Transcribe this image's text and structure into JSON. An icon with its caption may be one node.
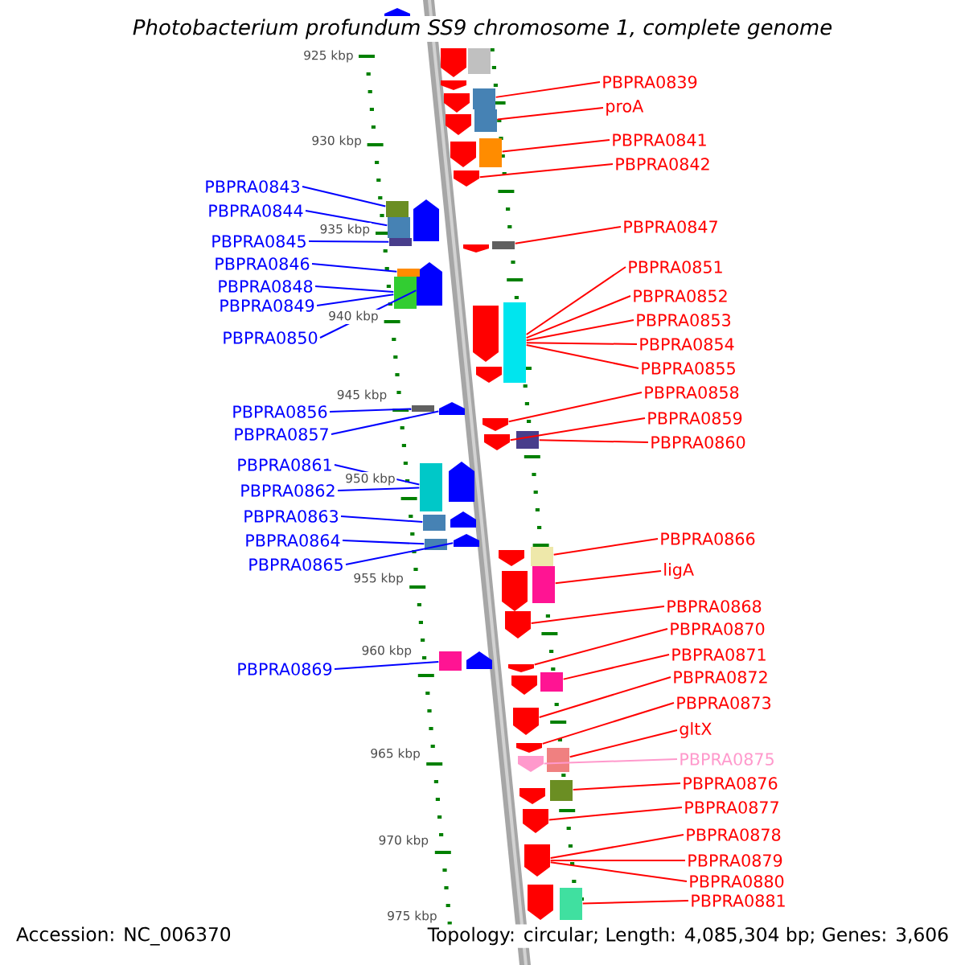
{
  "diagram": {
    "title": "Photobacterium profundum SS9 chromosome 1, complete genome",
    "nodes": [
      {
        "text": [
          "PBPRA0839"
        ]
      },
      {
        "text": [
          "proA"
        ]
      },
      {
        "text": [
          "PBPRA0841"
        ]
      },
      {
        "text": [
          "PBPRA0842"
        ]
      },
      {
        "text": [
          "PBPRA0847"
        ]
      },
      {
        "text": [
          "PBPRA0851"
        ]
      },
      {
        "text": [
          "PBPRA0852"
        ]
      },
      {
        "text": [
          "PBPRA0853"
        ]
      },
      {
        "text": [
          "PBPRA0854"
        ]
      },
      {
        "text": [
          "PBPRA0855"
        ]
      },
      {
        "text": [
          "PBPRA0858"
        ]
      },
      {
        "text": [
          "PBPRA0859"
        ]
      },
      {
        "text": [
          "PBPRA0860"
        ]
      },
      {
        "text": [
          "PBPRA0866"
        ]
      },
      {
        "text": [
          "ligA"
        ]
      },
      {
        "text": [
          "PBPRA0868"
        ]
      },
      {
        "text": [
          "PBPRA0870"
        ]
      },
      {
        "text": [
          "PBPRA0871"
        ]
      },
      {
        "text": [
          "PBPRA0872"
        ]
      },
      {
        "text": [
          "PBPRA0873"
        ]
      },
      {
        "text": [
          "gltX"
        ]
      },
      {
        "text": [
          "PBPRA0875"
        ]
      },
      {
        "text": [
          "PBPRA0876"
        ]
      },
      {
        "text": [
          "PBPRA0877"
        ]
      },
      {
        "text": [
          "PBPRA0878"
        ]
      },
      {
        "text": [
          "PBPRA0879"
        ]
      },
      {
        "text": [
          "PBPRA0880"
        ]
      },
      {
        "text": [
          "PBPRA0881"
        ]
      },
      {
        "text": [
          "PBPRA0843"
        ]
      },
      {
        "text": [
          "PBPRA0844"
        ]
      },
      {
        "text": [
          "PBPRA0845"
        ]
      },
      {
        "text": [
          "PBPRA0846"
        ]
      },
      {
        "text": [
          "PBPRA0848"
        ]
      },
      {
        "text": [
          "PBPRA0849"
        ]
      },
      {
        "text": [
          "PBPRA0850"
        ]
      },
      {
        "text": [
          "PBPRA0856"
        ]
      },
      {
        "text": [
          "PBPRA0857"
        ]
      },
      {
        "text": [
          "PBPRA0861"
        ]
      },
      {
        "text": [
          "PBPRA0862"
        ]
      },
      {
        "text": [
          "PBPRA0863"
        ]
      },
      {
        "text": [
          "PBPRA0864"
        ]
      },
      {
        "text": [
          "PBPRA0865"
        ]
      },
      {
        "text": [
          "PBPRA0869"
        ]
      },
      {
        "text": [],
        "shape": "pentagon"
      },
      {
        "text": [],
        "shape": "pentagon"
      },
      {
        "text": [],
        "shape": "box"
      },
      {
        "text": [],
        "shape": "pentagon"
      },
      {
        "text": [],
        "shape": "box"
      },
      {
        "text": [],
        "shape": "pentagon"
      },
      {
        "text": [],
        "shape": "box"
      },
      {
        "text": [],
        "shape": "pentagon"
      },
      {
        "text": [],
        "shape": "box"
      },
      {
        "text": [],
        "shape": "pentagon"
      },
      {
        "text": [],
        "shape": "pentagon"
      },
      {
        "text": [],
        "shape": "pentagon"
      },
      {
        "text": [],
        "shape": "box"
      },
      {
        "text": [],
        "shape": "box"
      },
      {
        "text": [],
        "shape": "box"
      },
      {
        "text": [],
        "shape": "box"
      },
      {
        "text": [],
        "shape": "pentagon"
      },
      {
        "text": [],
        "shape": "pentagon"
      },
      {
        "text": [],
        "shape": "box"
      },
      {
        "text": [],
        "shape": "box"
      },
      {
        "text": [],
        "shape": "box"
      },
      {
        "text": [],
        "shape": "pentagon"
      },
      {
        "text": [],
        "shape": "pentagon"
      },
      {
        "text": [],
        "shape": "pentagon"
      },
      {
        "text": [],
        "shape": "box"
      },
      {
        "text": [],
        "shape": "pentagon"
      },
      {
        "text": [],
        "shape": "box"
      },
      {
        "text": [],
        "shape": "pentagon"
      },
      {
        "text": [],
        "shape": "pentagon"
      },
      {
        "text": [],
        "shape": "box"
      },
      {
        "text": [],
        "shape": "pentagon"
      },
      {
        "text": [],
        "shape": "box"
      },
      {
        "text": [],
        "shape": "pentagon"
      },
      {
        "text": [],
        "shape": "box"
      },
      {
        "text": [],
        "shape": "box"
      },
      {
        "text": [],
        "shape": "pentagon"
      },
      {
        "text": [],
        "shape": "box"
      },
      {
        "text": [],
        "shape": "pentagon"
      },
      {
        "text": [],
        "shape": "pentagon"
      },
      {
        "text": [],
        "shape": "pentagon"
      },
      {
        "text": [],
        "shape": "box"
      },
      {
        "text": [],
        "shape": "pentagon"
      },
      {
        "text": [],
        "shape": "box"
      },
      {
        "text": [],
        "shape": "pentagon"
      },
      {
        "text": [],
        "shape": "pentagon"
      },
      {
        "text": [],
        "shape": "pentagon"
      },
      {
        "text": [],
        "shape": "box"
      },
      {
        "text": [],
        "shape": "pentagon"
      },
      {
        "text": [],
        "shape": "box"
      },
      {
        "text": [],
        "shape": "pentagon"
      },
      {
        "text": [],
        "shape": "pentagon"
      },
      {
        "text": [],
        "shape": "pentagon"
      },
      {
        "text": [],
        "shape": "pentagon"
      },
      {
        "text": [],
        "shape": "box"
      }
    ],
    "edges": [
      {
        "from": 0,
        "to": 47,
        "arrow": "none"
      },
      {
        "from": 1,
        "to": 49,
        "arrow": "none"
      },
      {
        "from": 2,
        "to": 51,
        "arrow": "none"
      },
      {
        "from": 3,
        "to": 53,
        "arrow": "none"
      },
      {
        "from": 4,
        "to": 58,
        "arrow": "none"
      },
      {
        "from": 5,
        "to": 63,
        "arrow": "none"
      },
      {
        "from": 6,
        "to": 63,
        "arrow": "none"
      },
      {
        "from": 7,
        "to": 63,
        "arrow": "none"
      },
      {
        "from": 8,
        "to": 63,
        "arrow": "none"
      },
      {
        "from": 9,
        "to": 63,
        "arrow": "none"
      },
      {
        "from": 10,
        "to": 68,
        "arrow": "none"
      },
      {
        "from": 11,
        "to": 70,
        "arrow": "none"
      },
      {
        "from": 12,
        "to": 69,
        "arrow": "none"
      },
      {
        "from": 13,
        "to": 77,
        "arrow": "none"
      },
      {
        "from": 14,
        "to": 79,
        "arrow": "none"
      },
      {
        "from": 15,
        "to": 81,
        "arrow": "none"
      },
      {
        "from": 16,
        "to": 84,
        "arrow": "none"
      },
      {
        "from": 17,
        "to": 85,
        "arrow": "none"
      },
      {
        "from": 18,
        "to": 87,
        "arrow": "none"
      },
      {
        "from": 19,
        "to": 88,
        "arrow": "none"
      },
      {
        "from": 20,
        "to": 89,
        "arrow": "none"
      },
      {
        "from": 21,
        "to": 90,
        "arrow": "none",
        "color": "#ff99cc"
      },
      {
        "from": 22,
        "to": 91,
        "arrow": "none"
      },
      {
        "from": 23,
        "to": 93,
        "arrow": "none"
      },
      {
        "from": 24,
        "to": 94,
        "arrow": "none"
      },
      {
        "from": 25,
        "to": 94,
        "arrow": "none"
      },
      {
        "from": 26,
        "to": 94,
        "arrow": "none"
      },
      {
        "from": 27,
        "to": 96,
        "arrow": "none"
      },
      {
        "from": 28,
        "to": 55,
        "arrow": "none",
        "color": "#0000ff"
      },
      {
        "from": 29,
        "to": 56,
        "arrow": "none",
        "color": "#0000ff"
      },
      {
        "from": 30,
        "to": 57,
        "arrow": "none",
        "color": "#0000ff"
      },
      {
        "from": 31,
        "to": 61,
        "arrow": "none",
        "color": "#0000ff"
      },
      {
        "from": 32,
        "to": 62,
        "arrow": "none",
        "color": "#0000ff"
      },
      {
        "from": 33,
        "to": 62,
        "arrow": "none",
        "color": "#0000ff"
      },
      {
        "from": 34,
        "to": 60,
        "arrow": "none",
        "color": "#0000ff"
      },
      {
        "from": 35,
        "to": 67,
        "arrow": "none",
        "color": "#0000ff"
      },
      {
        "from": 36,
        "to": 66,
        "arrow": "none",
        "color": "#0000ff"
      },
      {
        "from": 37,
        "to": 72,
        "arrow": "none",
        "color": "#0000ff"
      },
      {
        "from": 38,
        "to": 72,
        "arrow": "none",
        "color": "#0000ff"
      },
      {
        "from": 39,
        "to": 74,
        "arrow": "none",
        "color": "#0000ff"
      },
      {
        "from": 40,
        "to": 76,
        "arrow": "none",
        "color": "#0000ff"
      },
      {
        "from": 41,
        "to": 75,
        "arrow": "none",
        "color": "#0000ff"
      },
      {
        "from": 42,
        "to": 83,
        "arrow": "none",
        "color": "#0000ff"
      }
    ],
    "labels": [
      "925 kbp",
      "930 kbp",
      "935 kbp",
      "940 kbp",
      "945 kbp",
      "950 kbp",
      "955 kbp",
      "960 kbp",
      "965 kbp",
      "970 kbp",
      "975 kbp",
      "Accession: NC_006370",
      "Topology: circular; Length: 4,085,304 bp; Genes: 3,606"
    ]
  }
}
